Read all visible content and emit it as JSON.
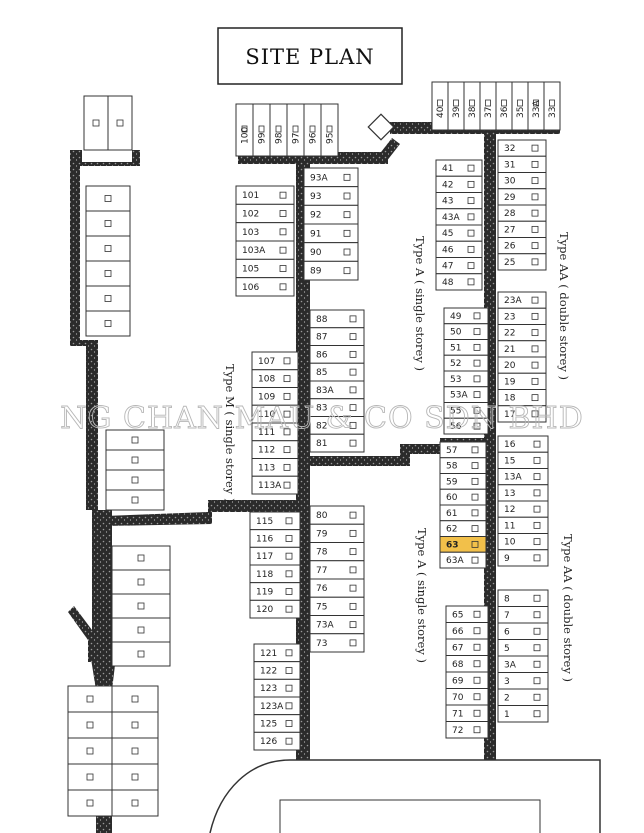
{
  "title": "SITE PLAN",
  "watermark": "NG CHAN MAU & CO SDN BHD",
  "labels": {
    "type_m": "Type M ( single storey )",
    "type_a_upper": "Type A ( single storey )",
    "type_aa_upper": "Type AA ( double storey )",
    "type_a_lower": "Type A ( single storey )",
    "type_aa_lower": "Type AA ( double storey )"
  },
  "colors": {
    "road": "#2b2b2b",
    "highlight": "#f2c04a",
    "line": "#333333",
    "watermark": "#b7b7b7"
  },
  "highlighted_lot": "63",
  "blocks": {
    "top_center": [
      "100",
      "99",
      "98",
      "97",
      "96",
      "95"
    ],
    "top_right": [
      "40",
      "39",
      "38",
      "37",
      "36",
      "35",
      "33A",
      "33"
    ],
    "block_upper_left": [
      "101",
      "102",
      "103",
      "103A",
      "105",
      "106"
    ],
    "block_upper_mid": [
      "93A",
      "93",
      "92",
      "91",
      "90",
      "89"
    ],
    "block_a1": [
      "41",
      "42",
      "43",
      "43A",
      "45",
      "46",
      "47",
      "48"
    ],
    "block_aa1": [
      "32",
      "31",
      "30",
      "29",
      "28",
      "27",
      "26",
      "25"
    ],
    "block_m_right": [
      "88",
      "87",
      "86",
      "85",
      "83A",
      "83",
      "82",
      "81"
    ],
    "block_m_left": [
      "107",
      "108",
      "109",
      "110",
      "111",
      "112",
      "113",
      "113A"
    ],
    "block_a2": [
      "49",
      "50",
      "51",
      "52",
      "53",
      "53A",
      "55",
      "56"
    ],
    "block_aa2": [
      "23A",
      "23",
      "22",
      "21",
      "20",
      "19",
      "18",
      "17"
    ],
    "block_a3": [
      "57",
      "58",
      "59",
      "60",
      "61",
      "62",
      "63",
      "63A"
    ],
    "block_aa3": [
      "16",
      "15",
      "13A",
      "13",
      "12",
      "11",
      "10",
      "9"
    ],
    "block_mid_left": [
      "115",
      "116",
      "117",
      "118",
      "119",
      "120"
    ],
    "block_mid_right": [
      "80",
      "79",
      "78",
      "77",
      "76",
      "75",
      "73A",
      "73"
    ],
    "block_low_left": [
      "121",
      "122",
      "123",
      "123A",
      "125",
      "126"
    ],
    "block_a4": [
      "65",
      "66",
      "67",
      "68",
      "69",
      "70",
      "71",
      "72"
    ],
    "block_aa4": [
      "8",
      "7",
      "6",
      "5",
      "3A",
      "3",
      "2",
      "1"
    ]
  }
}
